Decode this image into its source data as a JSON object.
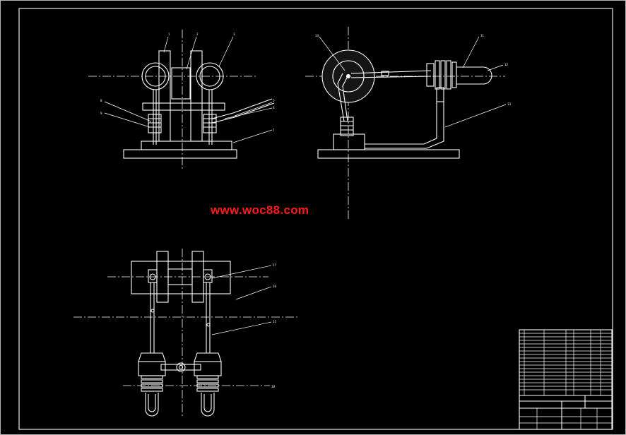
{
  "watermark": {
    "text": "www.woc88.com",
    "color": "#ff1a1a"
  },
  "drawing": {
    "background": "#000000",
    "line_color": "#ffffff",
    "views": [
      "front-view",
      "side-view",
      "top-view"
    ]
  },
  "callouts": {
    "front": [
      "1",
      "2",
      "3",
      "8",
      "9",
      "5",
      "6",
      "7"
    ],
    "side": [
      "14",
      "11",
      "12",
      "13"
    ],
    "top": [
      "17",
      "16",
      "15",
      "18"
    ]
  },
  "title_block": {
    "parts_list_rows": 14,
    "title_lines": [
      "",
      ""
    ],
    "drawing_no": "",
    "scale": ""
  }
}
